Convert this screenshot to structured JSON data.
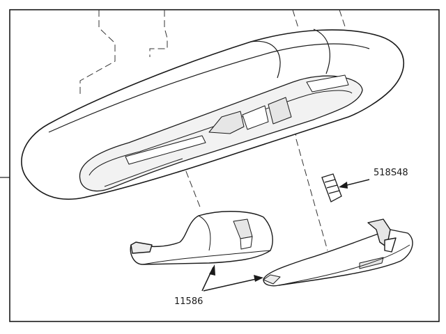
{
  "diagram": {
    "callouts": [
      {
        "id": "fastener",
        "label": "518S48"
      },
      {
        "id": "hooks",
        "label": "11586"
      }
    ],
    "parts": [
      {
        "id": "overhead-console-housing"
      },
      {
        "id": "fastener-518S48"
      },
      {
        "id": "hook-left"
      },
      {
        "id": "hook-right"
      }
    ],
    "colors": {
      "line": "#1a1a1a",
      "fill": "#ffffff",
      "shade": "#e6e6e6"
    }
  }
}
